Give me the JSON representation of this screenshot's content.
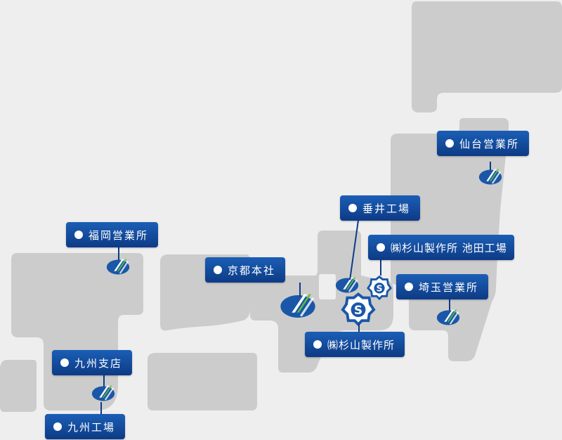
{
  "colors": {
    "land": "#cccccc",
    "background": "#eeeeee",
    "label_top": "#1b5eb6",
    "label_bottom": "#0d3b85",
    "marker_green": "#5bbf3a"
  },
  "locations": {
    "sendai": {
      "label": "仙台営業所",
      "icon": "company-logo-icon"
    },
    "tarui": {
      "label": "垂井工場",
      "icon": "company-logo-icon"
    },
    "ikeda": {
      "label": "㈱杉山製作所 池田工場",
      "icon": "sugiyama-logo-icon"
    },
    "saitama": {
      "label": "埼玉営業所",
      "icon": "company-logo-icon"
    },
    "fukuoka": {
      "label": "福岡営業所",
      "icon": "company-logo-icon"
    },
    "kyoto": {
      "label": "京都本社",
      "icon": "company-logo-icon"
    },
    "sugiyama": {
      "label": "㈱杉山製作所",
      "icon": "sugiyama-logo-icon"
    },
    "kyushu_branch": {
      "label": "九州支店",
      "icon": "company-logo-icon"
    },
    "kyushu_factory": {
      "label": "九州工場",
      "icon": "company-logo-icon"
    }
  }
}
